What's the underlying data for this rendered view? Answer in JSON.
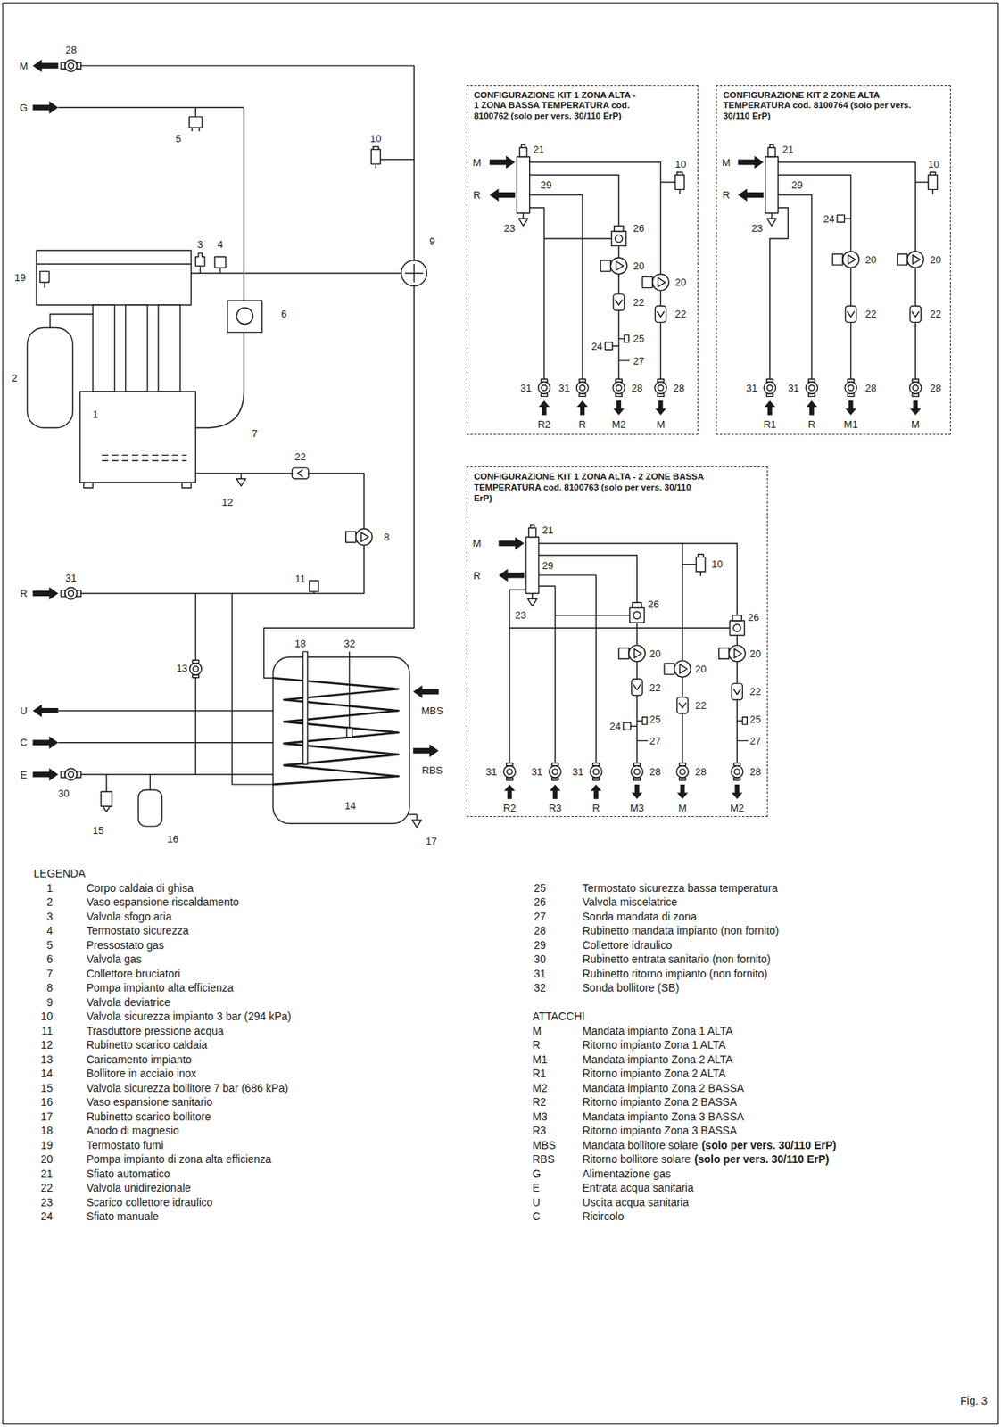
{
  "diagram": {
    "caption": "Fig. 3",
    "nodes": [
      {
        "text": [
          "CONFIGURAZIONE KIT 1 ZONA ALTA - 1 ZONA BASSA TEMPERATURA cod. 8100762 (solo per vers. 30/110 ErP)"
        ]
      },
      {
        "text": [
          "CONFIGURAZIONE KIT 2 ZONE ALTA TEMPERATURA cod. 8100764 (solo per vers. 30/110 ErP)"
        ]
      },
      {
        "text": [
          "CONFIGURAZIONE KIT 1 ZONA ALTA - 2 ZONE BASSA TEMPERATURA cod. 8100763 (solo per vers. 30/110 ErP)"
        ]
      }
    ],
    "labels": [
      "28",
      "M",
      "G",
      "5",
      "10",
      "3",
      "4",
      "9",
      "19",
      "2",
      "6",
      "1",
      "7",
      "22",
      "12",
      "8",
      "31",
      "R",
      "11",
      "13",
      "18",
      "32",
      "MBS",
      "U",
      "C",
      "RBS",
      "E",
      "30",
      "14",
      "15",
      "16",
      "17",
      "21",
      "M",
      "10",
      "R",
      "29",
      "23",
      "26",
      "20",
      "20",
      "22",
      "22",
      "24",
      "25",
      "27",
      "31",
      "31",
      "28",
      "28",
      "R2",
      "R",
      "M2",
      "M",
      "21",
      "M",
      "10",
      "R",
      "29",
      "24",
      "23",
      "20",
      "20",
      "22",
      "22",
      "31",
      "31",
      "28",
      "28",
      "R1",
      "R",
      "M1",
      "M",
      "21",
      "M",
      "R",
      "29",
      "10",
      "26",
      "23",
      "26",
      "20",
      "20",
      "20",
      "22",
      "22",
      "22",
      "24",
      "25",
      "25",
      "27",
      "27",
      "31",
      "31",
      "31",
      "28",
      "28",
      "28",
      "R2",
      "R3",
      "R",
      "M3",
      "M",
      "M2",
      "LEGENDA",
      "1",
      "Corpo caldaia di ghisa",
      "2",
      "Vaso espansione riscaldamento",
      "3",
      "Valvola sfogo aria",
      "4",
      "Termostato sicurezza",
      "5",
      "Pressostato gas",
      "6",
      "Valvola gas",
      "7",
      "Collettore bruciatori",
      "8",
      "Pompa impianto alta efficienza",
      "9",
      "Valvola deviatrice",
      "10",
      "Valvola sicurezza impianto 3 bar (294 kPa)",
      "11",
      "Trasduttore pressione acqua",
      "12",
      "Rubinetto scarico caldaia",
      "13",
      "Caricamento impianto",
      "14",
      "Bollitore in acciaio inox",
      "15",
      "Valvola sicurezza bollitore 7 bar (686 kPa)",
      "16",
      "Vaso espansione sanitario",
      "17",
      "Rubinetto scarico bollitore",
      "18",
      "Anodo di magnesio",
      "19",
      "Termostato fumi",
      "20",
      "Pompa impianto di zona alta efficienza",
      "21",
      "Sfiato automatico",
      "22",
      "Valvola unidirezionale",
      "23",
      "Scarico collettore idraulico",
      "24",
      "Sfiato manuale",
      "25",
      "Termostato sicurezza bassa temperatura",
      "26",
      "Valvola miscelatrice",
      "27",
      "Sonda mandata di zona",
      "28",
      "Rubinetto mandata impianto (non fornito)",
      "29",
      "Collettore idraulico",
      "30",
      "Rubinetto entrata sanitario (non fornito)",
      "31",
      "Rubinetto ritorno impianto (non fornito)",
      "32",
      "Sonda bollitore (SB)",
      "ATTACCHI",
      "M",
      "Mandata impianto Zona 1 ALTA",
      "R",
      "Ritorno impianto Zona 1 ALTA",
      "M1",
      "Mandata impianto Zona 2 ALTA",
      "R1",
      "Ritorno impianto Zona 2 ALTA",
      "M2",
      "Mandata impianto Zona 2 BASSA",
      "R2",
      "Ritorno impianto Zona 2 BASSA",
      "M3",
      "Mandata impianto Zona 3 BASSA",
      "R3",
      "Ritorno impianto Zona 3 BASSA",
      "MBS",
      "Mandata bollitore solare",
      "(solo per vers. 30/110 ErP)",
      "RBS",
      "Ritorno bollitore solare",
      "(solo per vers. 30/110 ErP)",
      "G",
      "Alimentazione gas",
      "E",
      "Entrata acqua sanitaria",
      "U",
      "Uscita acqua sanitaria",
      "C",
      "Ricircolo"
    ]
  }
}
